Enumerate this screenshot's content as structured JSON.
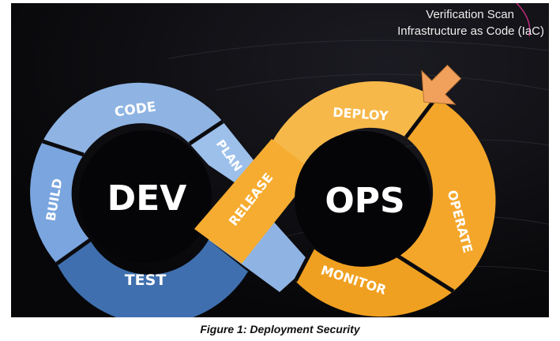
{
  "diagram": {
    "labels": {
      "dev": "DEV",
      "ops": "OPS",
      "code": "CODE",
      "build": "BUILD",
      "test": "TEST",
      "plan": "PLAN",
      "release": "RELEASE",
      "deploy": "DEPLOY",
      "operate": "OPERATE",
      "monitor": "MONITOR"
    },
    "annotation": {
      "line1": "Verification Scan",
      "line2": "Infrastructure as Code (IaC)"
    },
    "colors": {
      "background": "#0b0b0e",
      "dev_light": "#8fb4e3",
      "dev_mid": "#6f9bd6",
      "dev_dark": "#3f6fae",
      "ops_light": "#f7b84a",
      "ops_mid": "#f4a62a",
      "ops_dark": "#e58f12",
      "arrow": "#f2a15d",
      "accent_line": "#c02a7a"
    }
  },
  "caption": "Figure 1: Deployment Security"
}
